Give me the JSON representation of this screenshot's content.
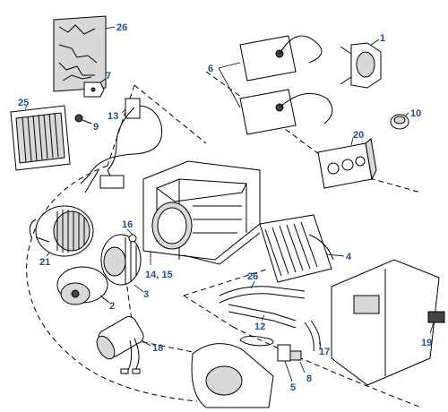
{
  "callouts": {
    "c1": "1",
    "c2": "2",
    "c3": "3",
    "c4": "4",
    "c5": "5",
    "c6": "6",
    "c7": "7",
    "c8": "8",
    "c9": "9",
    "c10": "10",
    "c12": "12",
    "c13": "13",
    "c14_15": "14, 15",
    "c16": "16",
    "c17": "17",
    "c18": "18",
    "c19": "19",
    "c20": "20",
    "c21": "21",
    "c25": "25",
    "c26a": "26",
    "c26b": "26"
  },
  "colors": {
    "callout": "#1a4f9c",
    "line": "#000000"
  }
}
